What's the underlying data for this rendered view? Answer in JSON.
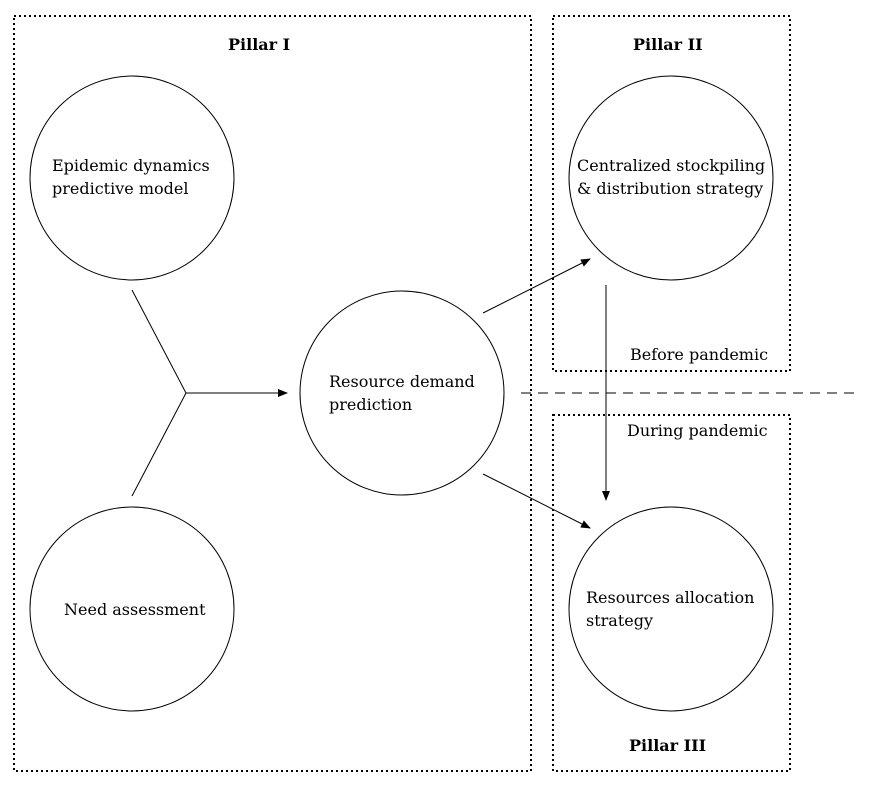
{
  "pillars": {
    "one": {
      "title": "Pillar I"
    },
    "two": {
      "title": "Pillar II",
      "note": "Before pandemic"
    },
    "three": {
      "title": "Pillar III",
      "note": "During pandemic"
    }
  },
  "nodes": {
    "epidemic": {
      "lines": [
        "Epidemic dynamics",
        "predictive model"
      ]
    },
    "need": {
      "lines": [
        "Need assessment"
      ]
    },
    "demand": {
      "lines": [
        "Resource demand",
        "prediction"
      ]
    },
    "stockpiling": {
      "lines": [
        "Centralized stockpiling",
        "& distribution strategy"
      ]
    },
    "allocation": {
      "lines": [
        "Resources allocation",
        "strategy"
      ]
    }
  }
}
